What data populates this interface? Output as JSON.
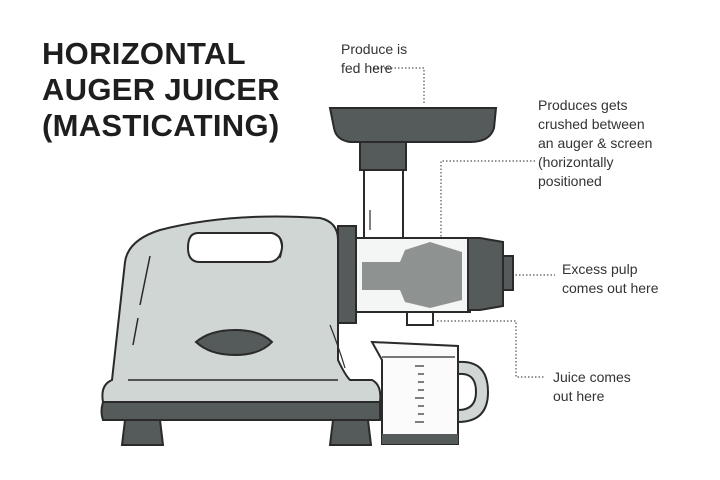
{
  "title": [
    "HORIZONTAL",
    "AUGER JUICER",
    "(MASTICATING)"
  ],
  "labels": {
    "feed": [
      "Produce is",
      "fed here"
    ],
    "crush": [
      "Produces gets",
      "crushed between",
      "an auger & screen",
      "(horizontally",
      "positioned"
    ],
    "pulp": [
      "Excess pulp",
      "comes out here"
    ],
    "juice": [
      "Juice comes",
      "out here"
    ]
  },
  "colors": {
    "body": "#cfd6d4",
    "dark": "#555b5a",
    "outline": "#2a2a2a",
    "auger": "#8e9291"
  }
}
